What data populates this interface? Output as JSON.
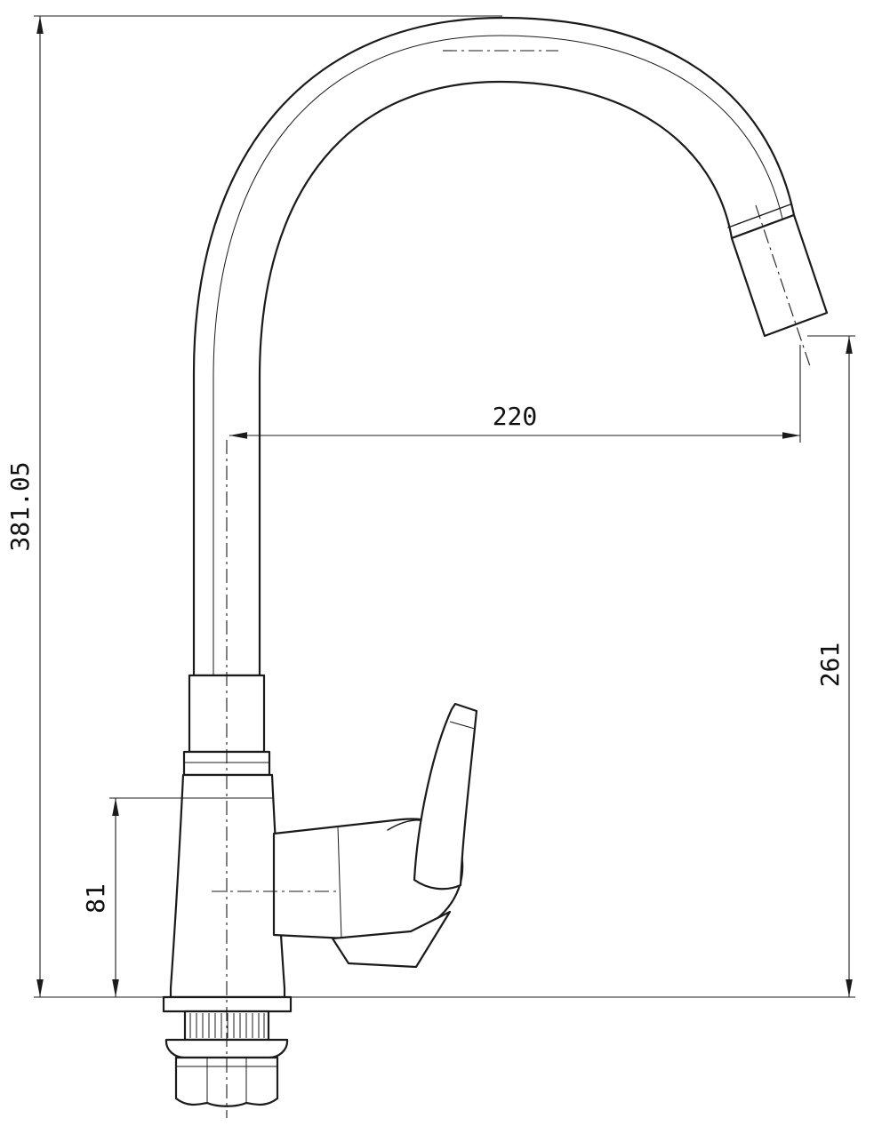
{
  "dimensions": {
    "overall_height": "381.05",
    "body_height": "81",
    "spout_reach": "220",
    "outlet_height": "261"
  },
  "colors": {
    "line": "#1b1b1b",
    "background": "#ffffff"
  }
}
